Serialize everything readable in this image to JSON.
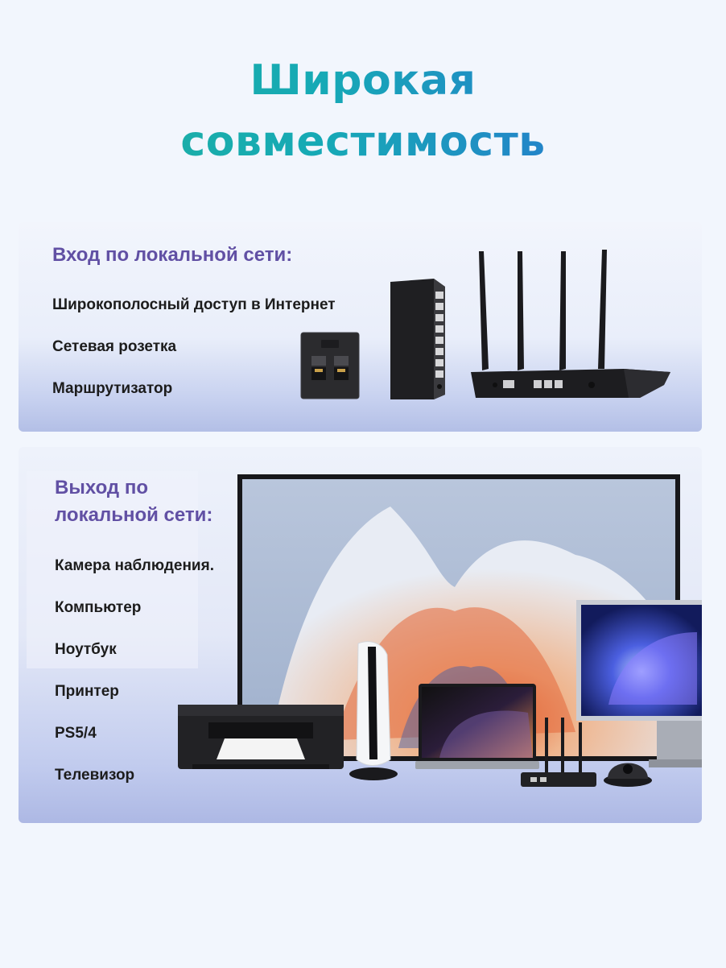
{
  "title": {
    "line1": "Широкая",
    "line2": "совместимость"
  },
  "input_section": {
    "heading": "Вход по локальной сети:",
    "items": [
      "Широкополосный доступ в Интернет",
      "Сетевая розетка",
      "Маршрутизатор"
    ]
  },
  "output_section": {
    "heading_line1": "Выход по",
    "heading_line2": "локальной сети:",
    "items": [
      "Камера наблюдения.",
      "Компьютер",
      "Ноутбук",
      "Принтер",
      "PS5/4",
      "Телевизор"
    ]
  },
  "colors": {
    "title_gradient_start": "#1fb39a",
    "title_gradient_end": "#2e67d8",
    "heading": "#6150a4",
    "item_text": "#1c1c1c"
  },
  "icons": {
    "panel1": [
      "wall-socket-icon",
      "network-switch-icon",
      "router-icon"
    ],
    "panel2": [
      "tv-icon",
      "printer-icon",
      "console-icon",
      "laptop-icon",
      "router-icon",
      "camera-icon",
      "monitor-icon"
    ]
  }
}
